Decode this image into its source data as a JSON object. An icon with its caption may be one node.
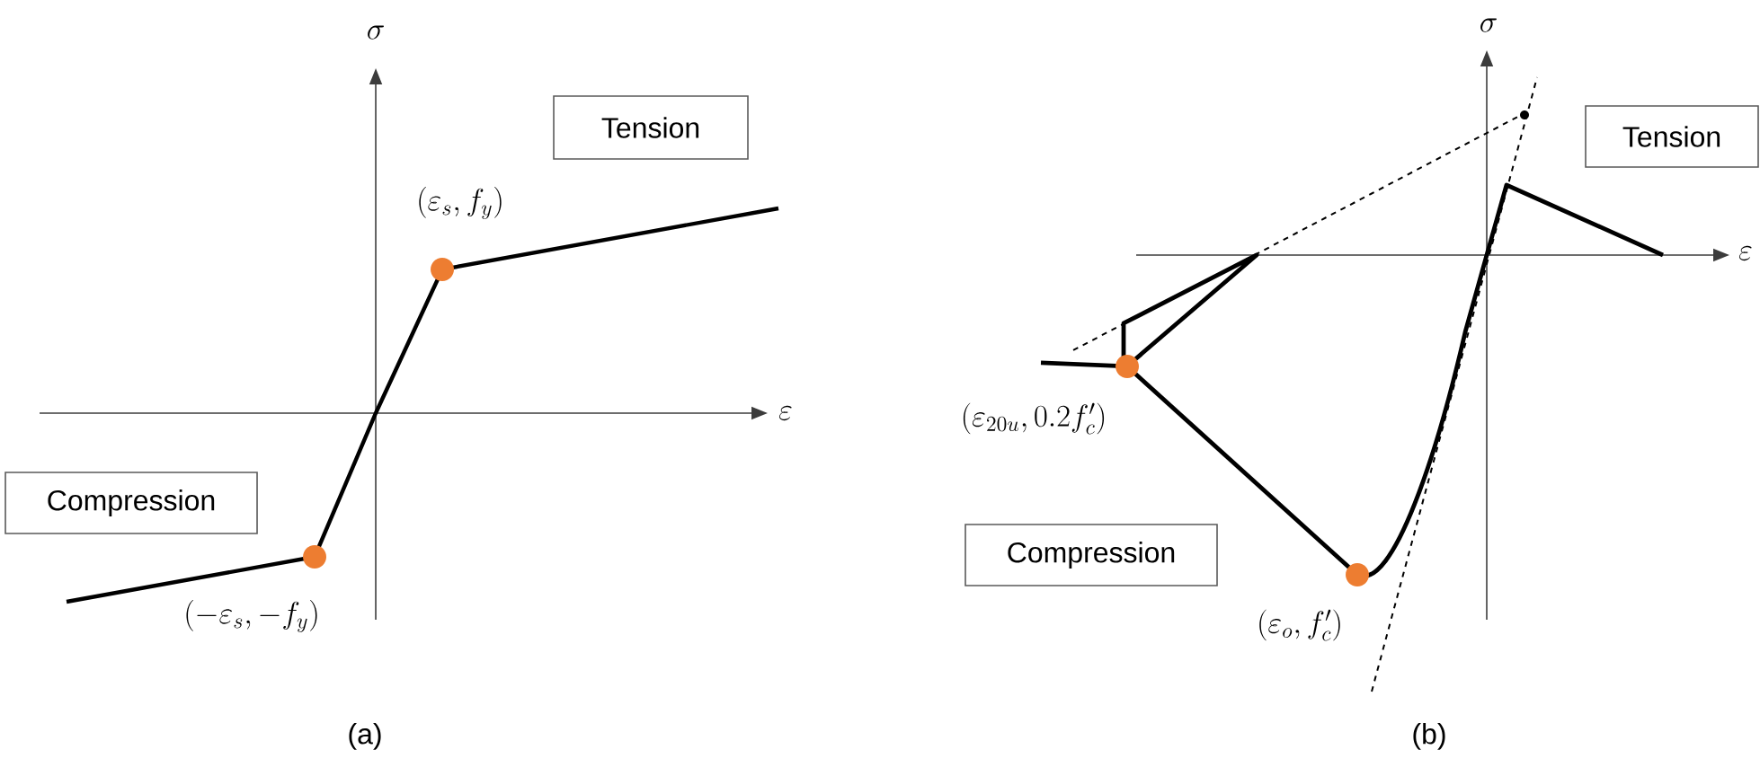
{
  "diagram": {
    "nodes": [
      {
        "text": [
          "Tension"
        ]
      },
      {
        "text": [
          "Compression"
        ]
      },
      {
        "text": [
          "Tension"
        ]
      },
      {
        "text": [
          "Compression"
        ]
      }
    ],
    "labels": [
      "\\sigma",
      "(\\varepsilon_s, f_y)",
      "\\varepsilon",
      "(-\\varepsilon_s, -f_y)",
      "(a)",
      "\\sigma",
      "\\varepsilon",
      "(\\varepsilon_{20u}, 0.2f_c')",
      "(\\varepsilon_o, f_c')",
      "(b)"
    ]
  }
}
